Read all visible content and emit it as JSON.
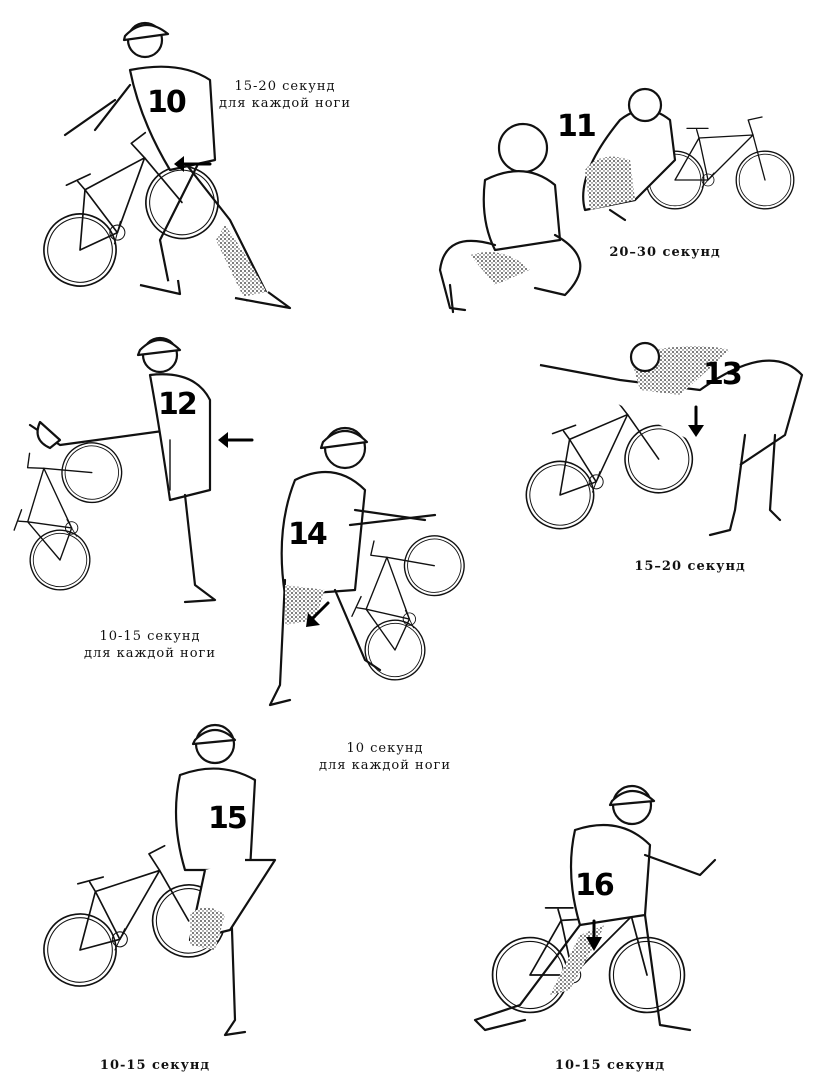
{
  "exercises": [
    {
      "number": "10",
      "caption_line1": "15-20  секунд",
      "caption_line2": "для  каждой  ноги"
    },
    {
      "number": "11",
      "caption_line1": "20–30 секунд",
      "caption_line2": ""
    },
    {
      "number": "12",
      "caption_line1": "10-15  секунд",
      "caption_line2": "для  каждой  ноги"
    },
    {
      "number": "13",
      "caption_line1": "15–20  секунд",
      "caption_line2": ""
    },
    {
      "number": "14",
      "caption_line1": "10  секунд",
      "caption_line2": "для  каждой  ноги"
    },
    {
      "number": "15",
      "caption_line1": "10-15  секунд",
      "caption_line2": ""
    },
    {
      "number": "16",
      "caption_line1": "10-15  секунд",
      "caption_line2": ""
    }
  ]
}
